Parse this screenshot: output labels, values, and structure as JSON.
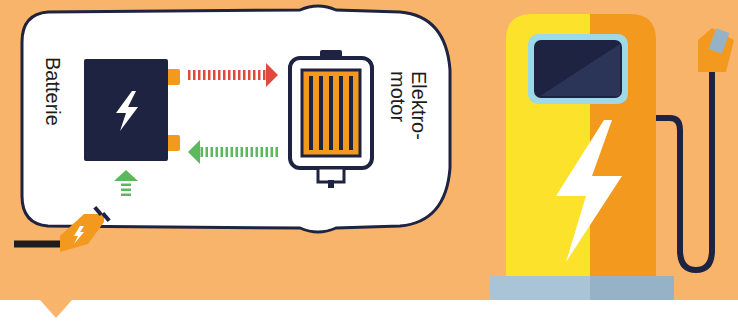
{
  "diagram": {
    "nodes": [
      {
        "text": [
          "Batterie"
        ]
      },
      {
        "text": [
          "Elektro- motor"
        ]
      }
    ],
    "edges": [
      {
        "from": 0,
        "to": 1,
        "arrow": "to"
      },
      {
        "from": 1,
        "to": 0,
        "arrow": "to"
      }
    ]
  }
}
